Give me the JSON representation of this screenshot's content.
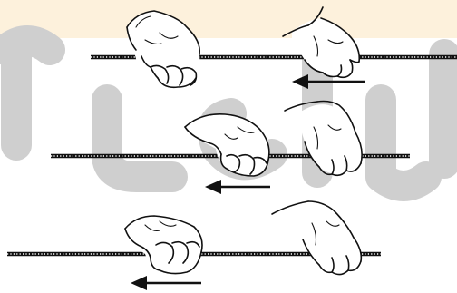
{
  "colors": {
    "top_band": "#fdf1dc",
    "watermark": "#cfcfcf",
    "ink": "#111111",
    "background": "#ffffff"
  },
  "diagram": {
    "rows": [
      {
        "id": "row-1",
        "direction": "left",
        "grip": "pull-then-release"
      },
      {
        "id": "row-2",
        "direction": "left",
        "grip": "pull-then-release"
      },
      {
        "id": "row-3",
        "direction": "left",
        "grip": "pull-then-release"
      }
    ]
  },
  "watermark_text": "بابادين آ"
}
